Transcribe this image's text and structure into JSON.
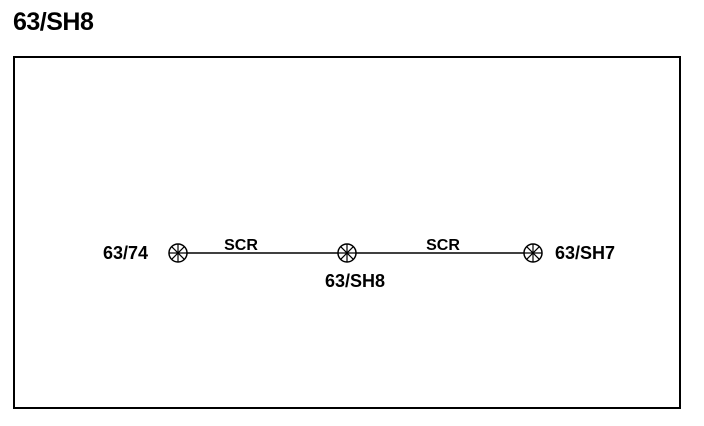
{
  "title": "63/SH8",
  "diagram": {
    "nodes": [
      {
        "id": "n1",
        "label": "63/74"
      },
      {
        "id": "n2",
        "label": "63/SH8"
      },
      {
        "id": "n3",
        "label": "63/SH7"
      }
    ],
    "edges": [
      {
        "from": "n1",
        "to": "n2",
        "label": "SCR"
      },
      {
        "from": "n2",
        "to": "n3",
        "label": "SCR"
      }
    ],
    "colors": {
      "stroke": "#000000",
      "background": "#ffffff"
    },
    "node_icon": "splice-icon"
  }
}
